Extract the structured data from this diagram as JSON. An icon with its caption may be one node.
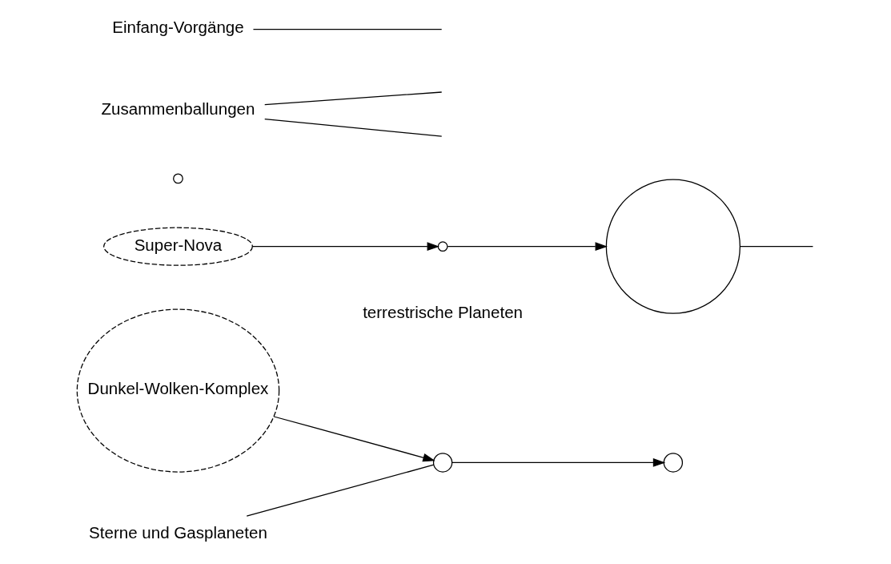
{
  "diagram": {
    "nodes": [
      {
        "text": [
          "Dunkel-Wolken-Komplex"
        ]
      },
      {
        "text": [
          "Super-Nova"
        ]
      },
      {
        "text": [],
        "shape": "circle"
      },
      {
        "text": [],
        "shape": "circle",
        "beside": [
          "terrestrische Planeten"
        ]
      },
      {
        "text": [],
        "shape": "circle"
      },
      {
        "text": [],
        "shape": "circle"
      },
      {
        "text": [],
        "shape": "circle"
      },
      {
        "text": [
          "Sterne und Gasplaneten"
        ]
      },
      {
        "text": [
          "Zusammenballungen"
        ]
      },
      {
        "text": [
          "Einfang-Vorgänge"
        ]
      }
    ],
    "edges": [
      {
        "from": 0,
        "to": 2,
        "arrow": "to"
      },
      {
        "from": 1,
        "to": 3,
        "arrow": "to"
      },
      {
        "from": 2,
        "to": 5,
        "arrow": "to"
      },
      {
        "from": 3,
        "to": 4,
        "arrow": "to"
      },
      {
        "from": 7,
        "to": 2,
        "arrow": "none"
      },
      {
        "from": 8,
        "to": null,
        "arrow": "none"
      },
      {
        "from": 8,
        "to": null,
        "arrow": "none"
      },
      {
        "from": 9,
        "to": null,
        "arrow": "none"
      },
      {
        "from": 4,
        "to": null,
        "arrow": "none"
      }
    ]
  }
}
